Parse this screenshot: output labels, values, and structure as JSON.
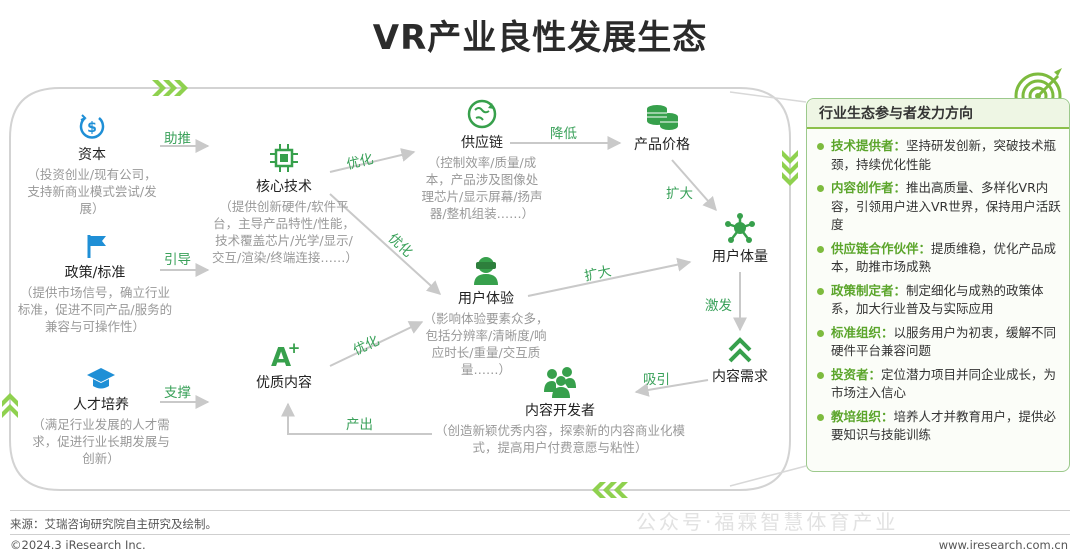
{
  "title": "VR产业良性发展生态",
  "nodes": {
    "capital": {
      "title": "资本",
      "desc": "（投资创业/现有公司，支持新商业模式尝试/发展）"
    },
    "policy": {
      "title": "政策/标准",
      "desc": "（提供市场信号，确立行业标准，促进不同产品/服务的兼容与可操作性）"
    },
    "talent": {
      "title": "人才培养",
      "desc": "（满足行业发展的人才需求，促进行业长期发展与创新）"
    },
    "core_tech": {
      "title": "核心技术",
      "desc": "（提供创新硬件/软件平台，主导产品特性/性能，技术覆盖芯片/光学/显示/交互/渲染/终端连接……）"
    },
    "quality_content": {
      "title": "优质内容"
    },
    "supply_chain": {
      "title": "供应链",
      "desc": "（控制效率/质量/成本，产品涉及图像处理芯片/显示屏幕/扬声器/整机组装……）"
    },
    "user_experience": {
      "title": "用户体验",
      "desc": "（影响体验要素众多，包括分辨率/清晰度/响应时长/重量/交互质量……）"
    },
    "product_price": {
      "title": "产品价格"
    },
    "user_base": {
      "title": "用户体量"
    },
    "content_demand": {
      "title": "内容需求"
    },
    "content_dev": {
      "title": "内容开发者",
      "desc": "（创造新颖优秀内容，探索新的内容商业化模式，提高用户付费意愿与粘性）"
    }
  },
  "edge_labels": {
    "capital_core": "助推",
    "policy_core": "引导",
    "talent_content": "支撑",
    "core_supply": "优化",
    "core_ux": "优化",
    "content_ux": "优化",
    "supply_price": "降低",
    "price_users": "扩大",
    "ux_users": "扩大",
    "users_demand": "激发",
    "demand_dev": "吸引",
    "dev_content": "产出"
  },
  "panel": {
    "title": "行业生态参与者发力方向",
    "items": [
      {
        "role": "技术提供者：",
        "text": "坚持研发创新，突破技术瓶颈，持续优化性能"
      },
      {
        "role": "内容创作者：",
        "text": "推出高质量、多样化VR内容，引领用户进入VR世界，保持用户活跃度"
      },
      {
        "role": "供应链合作伙伴：",
        "text": "提质维稳，优化产品成本，助推市场成熟"
      },
      {
        "role": "政策制定者：",
        "text": "制定细化与成熟的政策体系，加大行业普及与实际应用"
      },
      {
        "role": "标准组织：",
        "text": "以服务用户为初衷，缓解不同硬件平台兼容问题"
      },
      {
        "role": "投资者：",
        "text": "定位潜力项目并同企业成长，为市场注入信心"
      },
      {
        "role": "教培组织：",
        "text": "培养人才并教育用户，提供必要知识与技能训练"
      }
    ]
  },
  "footer": {
    "source": "来源：艾瑞咨询研究院自主研究及绘制。",
    "copyright": "©2024.3 iResearch Inc.",
    "site": "www.iresearch.com.cn"
  },
  "watermark": "公众号·福霖智慧体育产业",
  "colors": {
    "accent_green": "#5ba52b",
    "label_green": "#3aa15a",
    "icon_green": "#37a04c",
    "icon_blue": "#1f8fd6"
  }
}
